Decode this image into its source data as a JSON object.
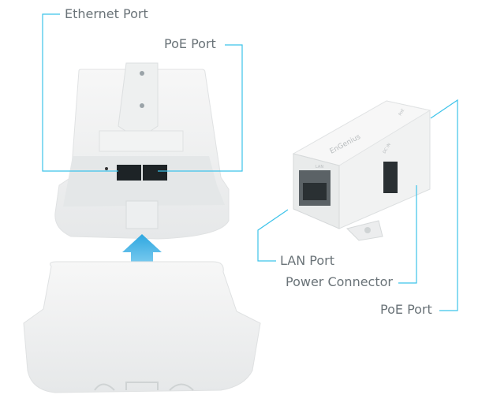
{
  "labels": {
    "ethernet_port": "Ethernet Port",
    "poe_port_ap": "PoE Port",
    "lan_port": "LAN Port",
    "power_connector": "Power Connector",
    "poe_port_injector": "PoE Port"
  },
  "injector": {
    "brand": "EnGenius",
    "lan_marking": "LAN",
    "dc_marking": "DC IN",
    "poe_marking": "PoE"
  },
  "colors": {
    "callout_line": "#3cc3ea",
    "arrow": "#3fb4e6",
    "label_text": "#6a7378"
  }
}
